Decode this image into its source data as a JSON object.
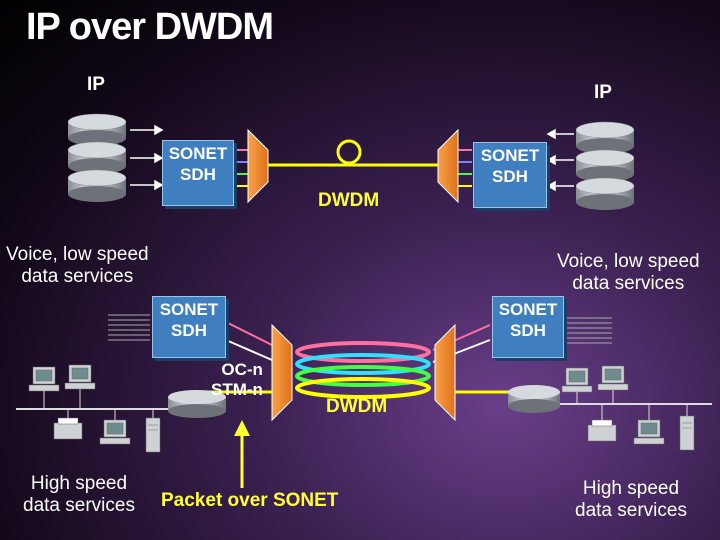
{
  "title": "IP over DWDM",
  "top": {
    "ip_left": "IP",
    "ip_right": "IP",
    "left_box": {
      "line1": "SONET",
      "line2": "SDH"
    },
    "right_box": {
      "line1": "SONET",
      "line2": "SDH"
    },
    "dwdm": "DWDM"
  },
  "bottom": {
    "left_services": {
      "line1": "Voice, low speed",
      "line2": "data services"
    },
    "right_services": {
      "line1": "Voice, low speed",
      "line2": "data services"
    },
    "left_box": {
      "line1": "SONET",
      "line2": "SDH"
    },
    "right_box": {
      "line1": "SONET",
      "line2": "SDH"
    },
    "ocn": {
      "line1": "OC-n",
      "line2": "STM-n"
    },
    "dwdm": "DWDM",
    "left_high": {
      "line1": "High speed",
      "line2": "data services"
    },
    "right_high": {
      "line1": "High speed",
      "line2": "data services"
    },
    "packet_over_sonet": "Packet over SONET"
  },
  "colors": {
    "sonet_box": "#3f7fc0",
    "mux": "#f28c28",
    "fiber": "#ffff00",
    "ring_colors": [
      "#ff6fa0",
      "#2fe0ff",
      "#44ff44",
      "#ffff00"
    ]
  }
}
